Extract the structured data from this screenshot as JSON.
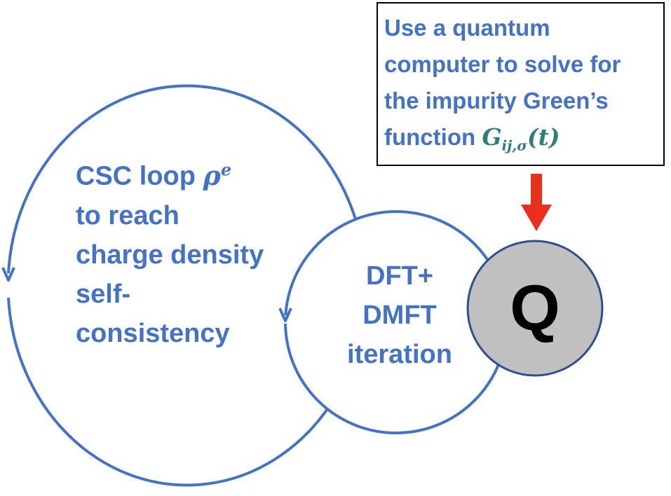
{
  "outer_loop": {
    "lines": [
      "CSC loop",
      "to reach",
      "charge density",
      "self-",
      "consistency"
    ],
    "symbol_base": "ρ",
    "symbol_sup": "e"
  },
  "inner_loop": {
    "lines": [
      "DFT+",
      "DMFT",
      "iteration"
    ]
  },
  "solver_box": {
    "lines": [
      "Use a quantum",
      "computer to solve for",
      "the impurity Green’s",
      "function"
    ],
    "math_base": "G",
    "math_sub": "ij,σ",
    "math_arg": "(t)"
  },
  "quantum_node": {
    "label": "Q"
  },
  "colors": {
    "loop_stroke": "#4472c4",
    "text_blue": "#4472c4",
    "arrow_red": "#e8301c",
    "node_fill": "#c0c0c0",
    "node_stroke": "#2f4f8f",
    "math_teal": "#2e7d7d"
  }
}
